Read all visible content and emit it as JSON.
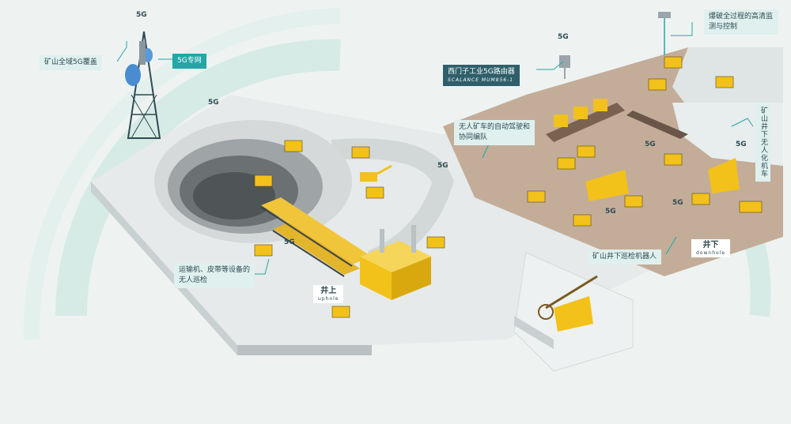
{
  "callouts": {
    "coverage": "矿山全域5G覆盖",
    "private_net": "5G专网",
    "router_title": "西门子工业5G路由器",
    "router_model": "SCALANCE MUM856-1",
    "blast": "爆破全过程的高清监测与控制",
    "autonomous_line1": "无人矿车的自动驾驶和",
    "autonomous_line2": "协同编队",
    "underground_vehicle": "矿山井下无人化机车",
    "conveyor_line1": "运输机、皮带等设备的",
    "conveyor_line2": "无人巡检",
    "robot": "矿山井下巡检机器人"
  },
  "signs": {
    "uphole_cn": "井上",
    "uphole_en": "uphole",
    "downhole_cn": "井下",
    "downhole_en": "downhole"
  },
  "badge_text": "5G",
  "icons": [
    "5g-signal-icon",
    "cell-tower-icon",
    "router-icon",
    "cctv-camera-icon",
    "mining-truck-icon",
    "excavator-icon",
    "drill-rig-icon"
  ],
  "colors": {
    "accent": "#22a6a6",
    "dark_label": "#2f5f6b",
    "truck_yellow": "#f2c11a",
    "ground": "#e6eaea",
    "pit": "#55595c"
  }
}
